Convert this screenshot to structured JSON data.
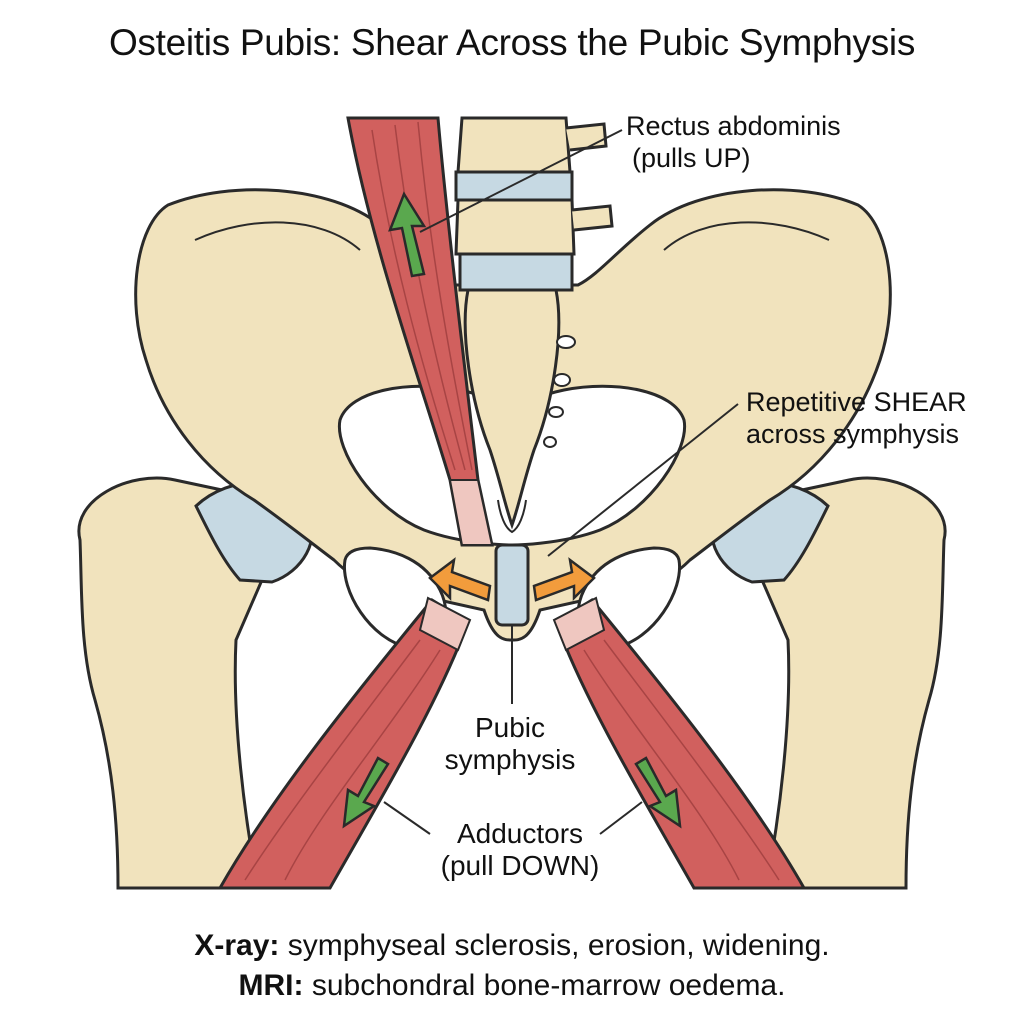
{
  "title": "Osteitis Pubis: Shear Across the Pubic Symphysis",
  "labels": {
    "rectus_line1": "Rectus abdominis",
    "rectus_line2": "(pulls UP)",
    "shear_line1": "Repetitive SHEAR",
    "shear_line2": "across symphysis",
    "symphysis_line1": "Pubic",
    "symphysis_line2": "symphysis",
    "adductors_line1": "Adductors",
    "adductors_line2": "(pull DOWN)"
  },
  "footer": {
    "xray_key": "X-ray:",
    "xray_text": " symphyseal sclerosis, erosion, widening.",
    "mri_key": "MRI:",
    "mri_text": " subchondral bone-marrow oedema."
  },
  "colors": {
    "bone": "#f1e3bd",
    "outline": "#2a2a2a",
    "cartilage": "#c6d9e3",
    "muscle": "#d1605e",
    "tendon": "#efc7c0",
    "up_down_arrow": "#5aa84e",
    "shear_arrow": "#f29c3c"
  }
}
